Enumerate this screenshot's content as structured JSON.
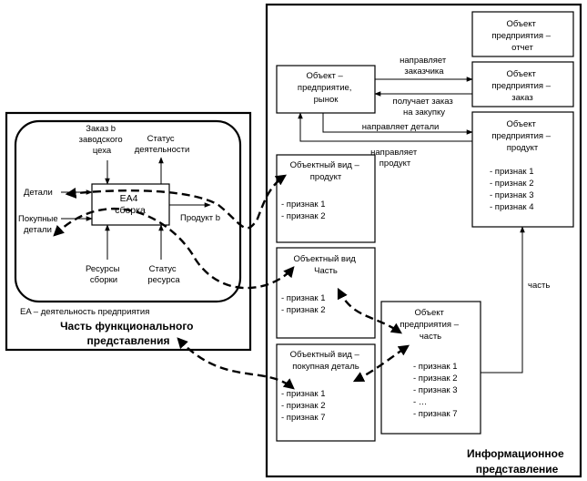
{
  "functional": {
    "ea4": [
      "EA4",
      "сборка"
    ],
    "inputs": {
      "details": "Детали",
      "bought": [
        "Покупные",
        "детали"
      ]
    },
    "controls": {
      "order": [
        "Заказ b",
        "заводского",
        "цеха"
      ],
      "activity": [
        "Статус",
        "деятельности"
      ]
    },
    "output": "Продукт b",
    "mechanisms": {
      "resources": [
        "Ресурсы",
        "сборки"
      ],
      "status": [
        "Статус",
        "ресурса"
      ]
    },
    "note": "EA – деятельность предприятия",
    "title": [
      "Часть функционального",
      "представления"
    ]
  },
  "info": {
    "market": [
      "Объект –",
      "предприятие,",
      "рынок"
    ],
    "report": [
      "Объект",
      "предприятия –",
      "отчет"
    ],
    "order_obj": [
      "Объект",
      "предприятия –",
      "заказ"
    ],
    "product_obj": [
      "Объект",
      "предприятия –",
      "продукт"
    ],
    "product_attrs": [
      "- признак 1",
      "- признак 2",
      "- признак 3",
      "- признак 4"
    ],
    "view_product": [
      "Объектный вид –",
      "продукт"
    ],
    "view_product_attrs": [
      "- признак 1",
      "- признак 2"
    ],
    "view_part": [
      "Объектный вид",
      "Часть"
    ],
    "view_part_attrs": [
      "- признак 1",
      "- признак 2"
    ],
    "view_bought": [
      "Объектный вид –",
      "покупная деталь"
    ],
    "view_bought_attrs": [
      "- признак 1",
      "- признак 2",
      "- признак 7"
    ],
    "part_obj": [
      "Объект",
      "предприятия –",
      "часть"
    ],
    "part_attrs": [
      "- признак 1",
      "- признак 2",
      "- признак 3",
      "- …",
      "- признак 7"
    ],
    "rel_customer": [
      "направляет",
      "заказчика"
    ],
    "rel_order": [
      "получает заказ",
      "на закупку"
    ],
    "rel_details": "направляет детали",
    "rel_product": [
      "направляет",
      "продукт"
    ],
    "rel_part": "часть",
    "title": [
      "Информационное",
      "представление"
    ]
  }
}
